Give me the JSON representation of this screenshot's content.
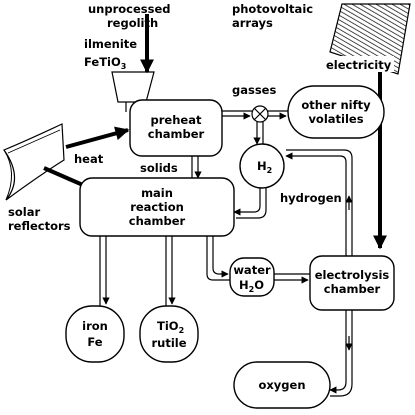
{
  "labels": {
    "unprocessed": "unprocessed",
    "regolith": "regolith",
    "ilmenite": "ilmenite",
    "ilmenite_formula_main": "FeTiO",
    "ilmenite_formula_sub": "3",
    "photovoltaic": "photovoltaic",
    "arrays": "arrays",
    "electricity": "electricity",
    "gasses": "gasses",
    "heat": "heat",
    "solids": "solids",
    "solar": "solar",
    "reflectors": "reflectors",
    "hydrogen": "hydrogen"
  },
  "nodes": {
    "preheat_1": "preheat",
    "preheat_2": "chamber",
    "volatiles_1": "other nifty",
    "volatiles_2": "volatiles",
    "h2_main": "H",
    "h2_sub": "2",
    "main_1": "main",
    "main_2": "reaction",
    "main_3": "chamber",
    "water_1": "water",
    "water_main": "H",
    "water_sub": "2",
    "water_end": "O",
    "electrolysis_1": "electrolysis",
    "electrolysis_2": "chamber",
    "iron_1": "iron",
    "iron_2": "Fe",
    "tio2_main": "TiO",
    "tio2_sub": "2",
    "tio2_2": "rutile",
    "oxygen": "oxygen"
  }
}
